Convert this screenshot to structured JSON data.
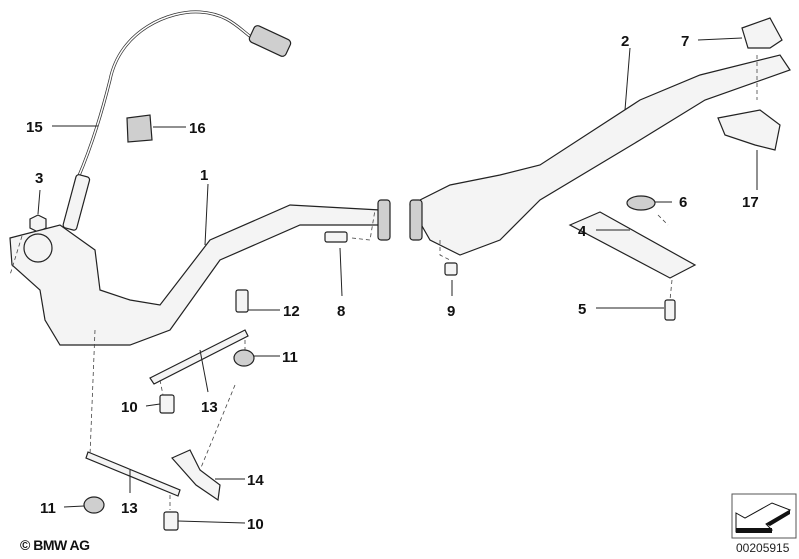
{
  "callouts": [
    {
      "id": "label-1",
      "text": "1"
    },
    {
      "id": "label-2",
      "text": "2"
    },
    {
      "id": "label-3",
      "text": "3"
    },
    {
      "id": "label-4",
      "text": "4"
    },
    {
      "id": "label-5",
      "text": "5"
    },
    {
      "id": "label-6",
      "text": "6"
    },
    {
      "id": "label-7",
      "text": "7"
    },
    {
      "id": "label-8",
      "text": "8"
    },
    {
      "id": "label-9",
      "text": "9"
    },
    {
      "id": "label-10a",
      "text": "10"
    },
    {
      "id": "label-10b",
      "text": "10"
    },
    {
      "id": "label-11a",
      "text": "11"
    },
    {
      "id": "label-11b",
      "text": "11"
    },
    {
      "id": "label-12",
      "text": "12"
    },
    {
      "id": "label-13a",
      "text": "13"
    },
    {
      "id": "label-13b",
      "text": "13"
    },
    {
      "id": "label-14",
      "text": "14"
    },
    {
      "id": "label-15",
      "text": "15"
    },
    {
      "id": "label-16",
      "text": "16"
    },
    {
      "id": "label-17",
      "text": "17"
    }
  ],
  "footer": {
    "copyright": "© BMW AG",
    "diagram_number": "00205915"
  }
}
